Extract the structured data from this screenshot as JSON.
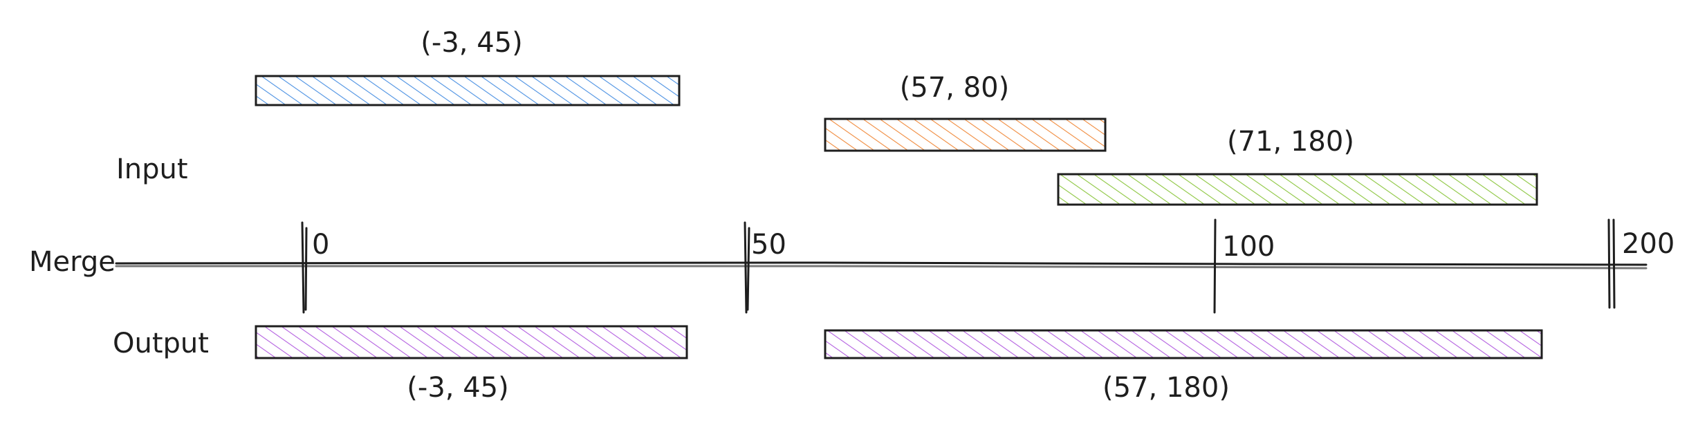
{
  "labels": {
    "input": "Input",
    "merge": "Merge",
    "output": "Output"
  },
  "axis_ticks": [
    "0",
    "50",
    "100",
    "200"
  ],
  "input_intervals": [
    {
      "label": "(-3, 45)",
      "start": -3,
      "end": 45,
      "color": "#4a90e2"
    },
    {
      "label": "(57, 80)",
      "start": 57,
      "end": 80,
      "color": "#f08a3c"
    },
    {
      "label": "(71, 180)",
      "start": 71,
      "end": 180,
      "color": "#8cc63f"
    }
  ],
  "output_intervals": [
    {
      "label": "(-3, 45)",
      "start": -3,
      "end": 45,
      "color": "#b35fe0"
    },
    {
      "label": "(57, 180)",
      "start": 57,
      "end": 180,
      "color": "#b35fe0"
    }
  ]
}
